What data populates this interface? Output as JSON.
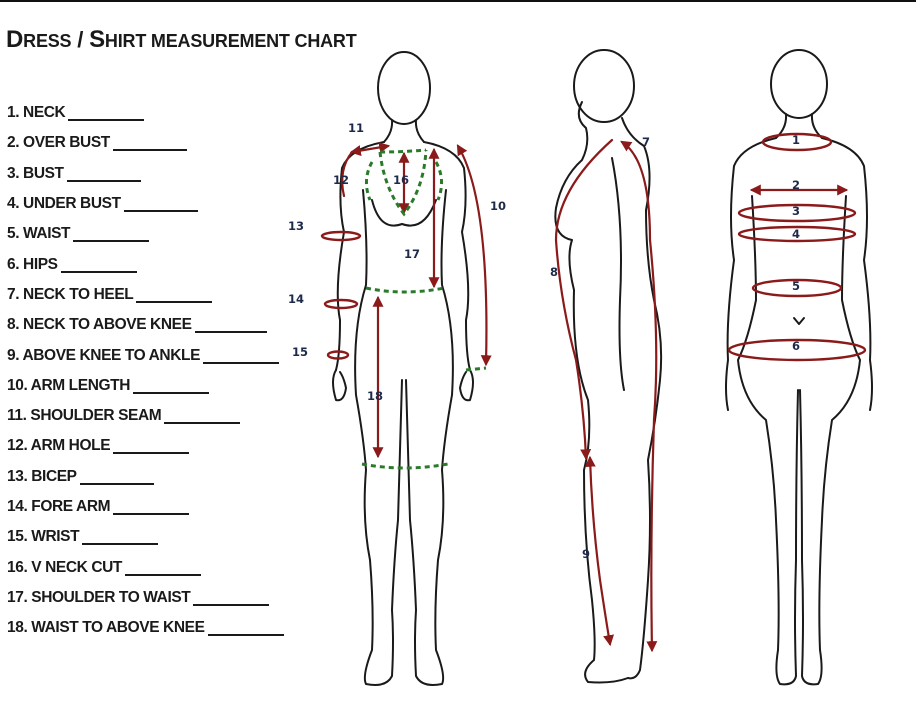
{
  "title": {
    "first_cap": "D",
    "first_rest": "RESS",
    "sep": " / ",
    "second_cap": "S",
    "second_rest": "HIRT MEASUREMENT CHART"
  },
  "measurements": [
    {
      "label": "1. NECK"
    },
    {
      "label": "2. OVER BUST"
    },
    {
      "label": "3. BUST"
    },
    {
      "label": "4. UNDER BUST"
    },
    {
      "label": "5. WAIST"
    },
    {
      "label": "6. HIPS"
    },
    {
      "label": "7. NECK TO HEEL"
    },
    {
      "label": "8. NECK TO ABOVE KNEE"
    },
    {
      "label": "9. ABOVE KNEE TO ANKLE"
    },
    {
      "label": "10. ARM LENGTH"
    },
    {
      "label": "11. SHOULDER SEAM"
    },
    {
      "label": "12. ARM HOLE"
    },
    {
      "label": "13. BICEP"
    },
    {
      "label": "14. FORE ARM"
    },
    {
      "label": "15. WRIST"
    },
    {
      "label": "16. V NECK CUT"
    },
    {
      "label": "17. SHOULDER TO WAIST"
    },
    {
      "label": "18. WAIST TO ABOVE KNEE"
    }
  ],
  "diagram_numbers": {
    "n1": "1",
    "n2": "2",
    "n3": "3",
    "n4": "4",
    "n5": "5",
    "n6": "6",
    "n7": "7",
    "n8": "8",
    "n9": "9",
    "n10": "10",
    "n11": "11",
    "n12": "12",
    "n13": "13",
    "n14": "14",
    "n15": "15",
    "n16": "16",
    "n17": "17",
    "n18": "18"
  },
  "colors": {
    "outline": "#1a1a1a",
    "measure_red": "#8b1a1a",
    "measure_green": "#2a7a2a",
    "number_navy": "#1d2a4a"
  }
}
